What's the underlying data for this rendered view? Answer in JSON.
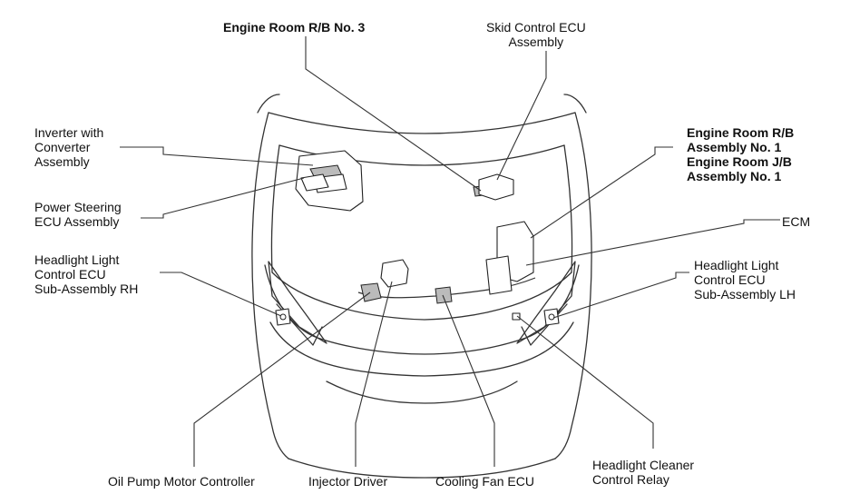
{
  "labels": {
    "engine_room_rb3": "Engine Room R/B No. 3",
    "skid_control_ecu": [
      "Skid Control ECU",
      "Assembly"
    ],
    "inverter": [
      "Inverter with",
      "Converter",
      "Assembly"
    ],
    "engine_room_rb1_jb1": [
      "Engine Room R/B",
      "Assembly No. 1",
      "Engine Room J/B",
      "Assembly No. 1"
    ],
    "power_steering_ecu": [
      "Power Steering",
      "ECU Assembly"
    ],
    "ecm": "ECM",
    "headlight_ecu_rh": [
      "Headlight Light",
      "Control ECU",
      "Sub-Assembly RH"
    ],
    "headlight_ecu_lh": [
      "Headlight Light",
      "Control ECU",
      "Sub-Assembly LH"
    ],
    "oil_pump_controller": "Oil Pump Motor Controller",
    "injector_driver": "Injector Driver",
    "cooling_fan_ecu": "Cooling Fan ECU",
    "headlight_cleaner_relay": [
      "Headlight Cleaner",
      "Control Relay"
    ]
  }
}
